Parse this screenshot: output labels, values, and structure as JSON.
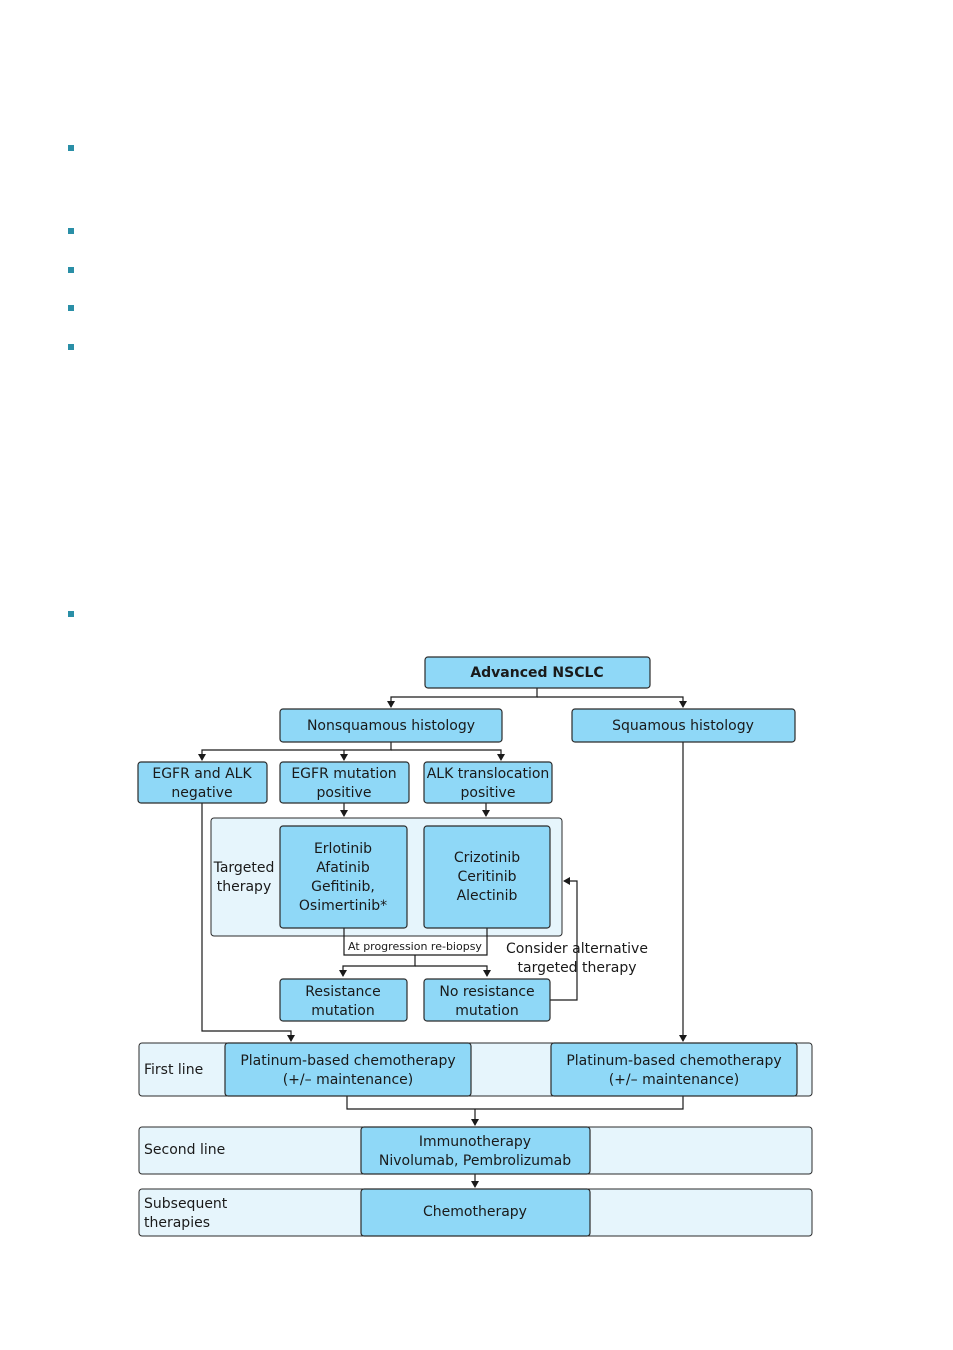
{
  "colors": {
    "box_fill": "#8fd8f7",
    "lane_fill": "#e6f5fc",
    "bullet": "#2a8fa7"
  },
  "flowchart": {
    "root": "Advanced NSCLC",
    "nonsquamous": "Nonsquamous histology",
    "squamous": "Squamous histology",
    "egfr_alk_negative": [
      "EGFR and ALK",
      "negative"
    ],
    "egfr_positive": [
      "EGFR mutation",
      "positive"
    ],
    "alk_positive": [
      "ALK translocation",
      "positive"
    ],
    "targeted_therapy_label": [
      "Targeted",
      "therapy"
    ],
    "egfr_drugs": [
      "Erlotinib",
      "Afatinib",
      "Gefitinib,",
      "Osimertinib*"
    ],
    "alk_drugs": [
      "Crizotinib",
      "Ceritinib",
      "Alectinib"
    ],
    "rebiopsy": "At progression re-biopsy",
    "consider_alternative": [
      "Consider alternative",
      "targeted therapy"
    ],
    "resistance": [
      "Resistance",
      "mutation"
    ],
    "no_resistance": [
      "No resistance",
      "mutation"
    ],
    "first_line_label": "First line",
    "platinum": [
      "Platinum-based chemotherapy",
      "(+/– maintenance)"
    ],
    "second_line_label": "Second line",
    "immunotherapy": [
      "Immunotherapy",
      "Nivolumab, Pembrolizumab"
    ],
    "subsequent_label": [
      "Subsequent",
      "therapies"
    ],
    "chemotherapy": "Chemotherapy"
  }
}
